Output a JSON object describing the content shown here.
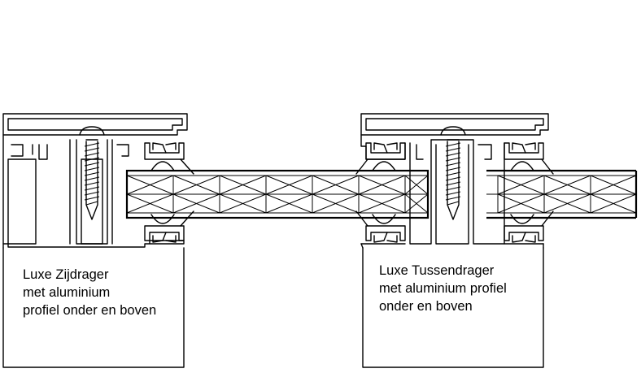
{
  "labels": {
    "left": {
      "line1": "Luxe Zijdrager",
      "line2": "met aluminium",
      "line3": "profiel onder en boven"
    },
    "right": {
      "line1": "Luxe Tussendrager",
      "line2": "met aluminium profiel",
      "line3": "onder en boven"
    }
  },
  "colors": {
    "line": "#000000",
    "background": "#ffffff"
  },
  "icons": [
    "screw-icon",
    "rubber-gasket-icon",
    "multiwall-panel-icon"
  ]
}
